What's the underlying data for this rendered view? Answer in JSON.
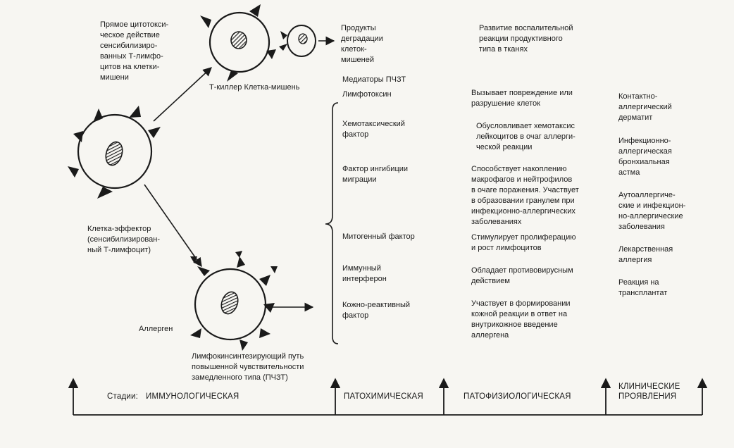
{
  "cells": {
    "t_killer_text": "Прямое цитотокси-\nческое действие\nсенсибилизиро-\nванных Т-лимфо-\nцитов на клетки-\nмишени",
    "t_killer_label": "Т-киллер Клетка-мишень",
    "effector_label": "Клетка-эффектор\n(сенсибилизирован-\nный Т-лимфоцит)",
    "allergen_label": "Аллерген",
    "pathway_label": "Лимфокинсинтезирующий путь\nповышенной чувствительности\nзамедленного типа (ПЧЗТ)"
  },
  "products": {
    "degradation": "Продукты\nдеградации\nклеток-\nмишеней",
    "degradation_effect": "Развитие воспалительной\nреакции продуктивного\nтипа в тканях",
    "mediators_header": "Медиаторы ПЧЗТ"
  },
  "mediators": [
    {
      "name": "Лимфотоксин",
      "effect": "Вызывает повреждение или\nразрушение клеток"
    },
    {
      "name": "Хемотаксический\nфактор",
      "effect": "Обусловливает хемотаксис\nлейкоцитов в очаг аллерги-\nческой реакции"
    },
    {
      "name": "Фактор ингибиции\nмиграции",
      "effect": "Способствует накоплению\nмакрофагов и нейтрофилов\nв очаге поражения. Участвует\nв образовании гранулем при\nинфекционно-аллергических\nзаболеваниях"
    },
    {
      "name": "Митогенный  фактор",
      "effect": "Стимулирует пролиферацию\nи рост лимфоцитов"
    },
    {
      "name": "Иммунный\nинтерферон",
      "effect": "Обладает противовирусным\nдействием"
    },
    {
      "name": "Кожно-реактивный\nфактор",
      "effect": "Участвует в формировании\nкожной реакции в ответ на\nвнутрикожное введение\nаллергена"
    }
  ],
  "clinical": [
    "Контактно-\nаллергический\nдерматит",
    "Инфекционно-\nаллергическая\nбронхиальная\nастма",
    "Аутоаллергиче-\nские и инфекцион-\nно-аллергические\nзаболевания",
    "Лекарственная\nаллергия",
    "Реакция на\nтрансплантат"
  ],
  "stages": {
    "prefix": "Стадии:",
    "immunological": "ИММУНОЛОГИЧЕСКАЯ",
    "pathochemical": "ПАТОХИМИЧЕСКАЯ",
    "pathophysiological": "ПАТОФИЗИОЛОГИЧЕСКАЯ",
    "clinical": "КЛИНИЧЕСКИЕ\nПРОЯВЛЕНИЯ"
  }
}
